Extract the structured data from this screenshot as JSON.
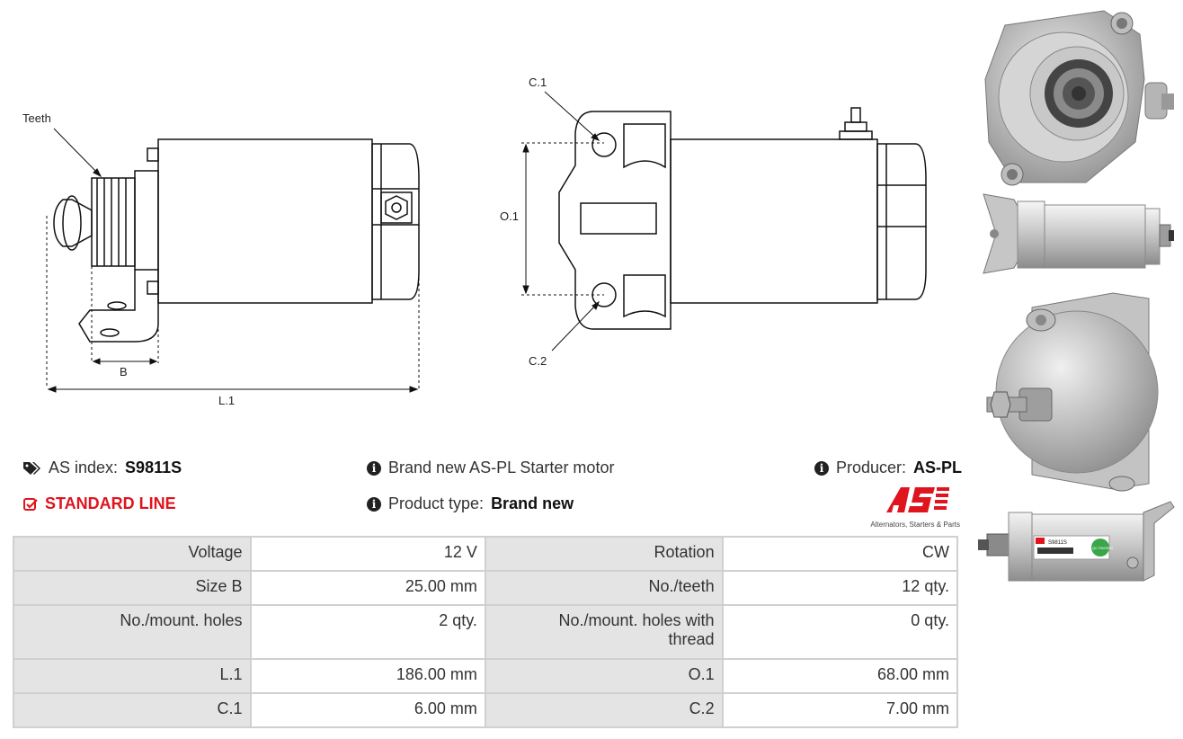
{
  "drawing": {
    "labels": {
      "teeth": "Teeth",
      "b": "B",
      "l1": "L.1",
      "c1": "C.1",
      "c2": "C.2",
      "o1": "O.1"
    }
  },
  "info": {
    "as_index_label": "AS index:",
    "as_index_value": "S9811S",
    "standard_line": "STANDARD LINE",
    "description": "Brand new AS-PL Starter motor",
    "product_type_label": "Product type:",
    "product_type_value": "Brand new",
    "producer_label": "Producer:",
    "producer_value": "AS-PL",
    "logo_tagline": "Alternators, Starters & Parts"
  },
  "specs": [
    {
      "l1": "Voltage",
      "v1": "12 V",
      "l2": "Rotation",
      "v2": "CW"
    },
    {
      "l1": "Size B",
      "v1": "25.00 mm",
      "l2": "No./teeth",
      "v2": "12 qty."
    },
    {
      "l1": "No./mount. holes",
      "v1": "2 qty.",
      "l2": "No./mount. holes with thread",
      "v2": "0 qty."
    },
    {
      "l1": "L.1",
      "v1": "186.00 mm",
      "l2": "O.1",
      "v2": "68.00 mm"
    },
    {
      "l1": "C.1",
      "v1": "6.00 mm",
      "l2": "C.2",
      "v2": "7.00 mm"
    }
  ],
  "photo_label": {
    "part_no": "S9811S",
    "qc": "QC PASSED"
  },
  "colors": {
    "brand_red": "#e0141e",
    "table_label_bg": "#e4e4e4",
    "table_border": "#d0d0d0"
  }
}
